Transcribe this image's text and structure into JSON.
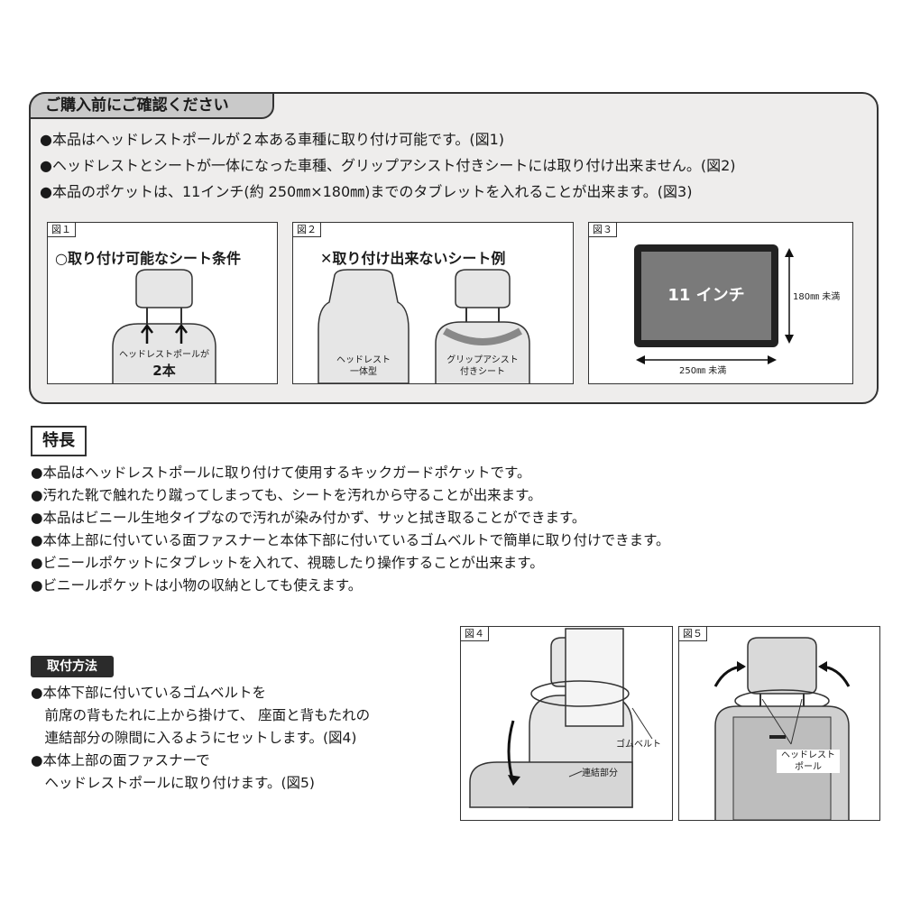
{
  "notice": {
    "title": "ご購入前にご確認ください",
    "lines": [
      "●本品はヘッドレストポールが２本ある車種に取り付け可能です。(図1)",
      "●ヘッドレストとシートが一体になった車種、グリップアシスト付きシートには取り付け出来ません。(図2)",
      "●本品のポケットは、11インチ(約 250㎜×180㎜)までのタブレットを入れることが出来ます。(図3)"
    ],
    "fig1": {
      "label": "図１",
      "title": "○取り付け可能なシート条件",
      "caption1": "ヘッドレストポールが",
      "caption2": "2本"
    },
    "fig2": {
      "label": "図２",
      "title": "✕取り付け出来ないシート例",
      "seat1_line1": "ヘッドレスト",
      "seat1_line2": "一体型",
      "seat2_line1": "グリップアシスト",
      "seat2_line2": "付きシート"
    },
    "fig3": {
      "label": "図３",
      "tablet": "11 インチ",
      "height_label": "180㎜ 未満",
      "width_label": "250㎜ 未満"
    }
  },
  "features": {
    "title": "特長",
    "lines": [
      "●本品はヘッドレストポールに取り付けて使用するキックガードポケットです。",
      "●汚れた靴で触れたり蹴ってしまっても、シートを汚れから守ることが出来ます。",
      "●本品はビニール生地タイプなので汚れが染み付かず、サッと拭き取ることができます。",
      "●本体上部に付いている面ファスナーと本体下部に付いているゴムベルトで簡単に取り付けできます。",
      "●ビニールポケットにタブレットを入れて、視聴したり操作することが出来ます。",
      "●ビニールポケットは小物の収納としても使えます。"
    ]
  },
  "install": {
    "title": "取付方法",
    "lines": [
      "●本体下部に付いているゴムベルトを",
      "　前席の背もたれに上から掛けて、 座面と背もたれの",
      "　連結部分の隙間に入るようにセットします。(図4)",
      "●本体上部の面ファスナーで",
      "　ヘッドレストポールに取り付けます。(図5)"
    ],
    "fig4": {
      "label": "図４",
      "belt": "ゴムベルト",
      "joint": "連結部分"
    },
    "fig5": {
      "label": "図５",
      "pole_line1": "ヘッドレスト",
      "pole_line2": "ポール"
    }
  }
}
